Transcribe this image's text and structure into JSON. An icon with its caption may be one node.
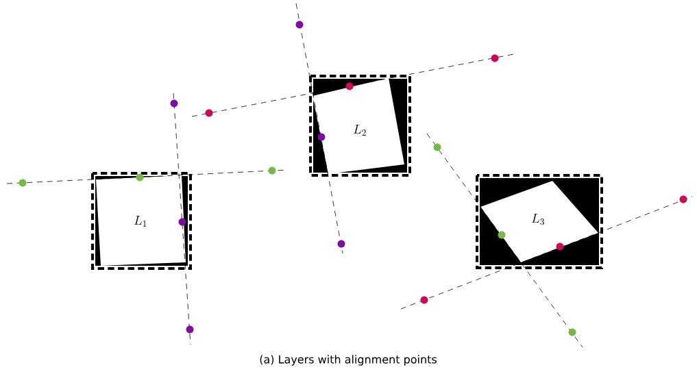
{
  "diagram": {
    "caption": "(a) Layers with alignment points",
    "nodes": [
      {
        "text": [
          "L_1"
        ]
      },
      {
        "text": [
          "L_2"
        ]
      },
      {
        "text": [
          "L_3"
        ]
      }
    ]
  }
}
